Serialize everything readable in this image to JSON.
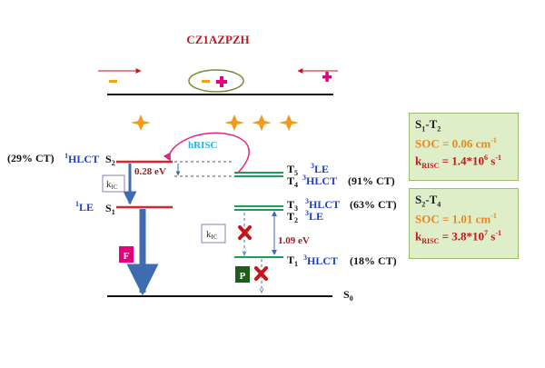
{
  "title": "CZ1AZPZH",
  "left_labels": {
    "ct_s2": "(29% CT)",
    "s2_type": "1HLCT",
    "s2": "S2",
    "s1_type": "1LE",
    "s1": "S1"
  },
  "right_labels": {
    "t5": "T5",
    "t5_type": "3LE",
    "t4": "T4",
    "t4_type": "3HLCT",
    "t4_ct": "(91% CT)",
    "t3": "T3",
    "t3_type": "3HLCT",
    "t3_ct": "(63% CT)",
    "t2": "T2",
    "t2_type": "3LE",
    "t1": "T1",
    "t1_type": "3HLCT",
    "t1_ct": "(18% CT)",
    "s0": "S0"
  },
  "annotations": {
    "gap_s2": "0.28 eV",
    "gap_t3_t1": "1.09 eV",
    "hrisc": "hRISC",
    "kic": "kIC",
    "f": "F",
    "p": "P"
  },
  "boxes": [
    {
      "pair": "S1-T2",
      "soc": "SOC = 0.06 cm-1",
      "krisc": "kRISC = 1.4*10^6 s-1"
    },
    {
      "pair": "S2-T4",
      "soc": "SOC = 1.01 cm-1",
      "krisc": "kRISC = 3.8*10^7 s-1"
    }
  ],
  "colors": {
    "title": "#c4161c",
    "level_singlet": "#d9262e",
    "level_triplet": "#1a9e55",
    "label_blue": "#1f3fc9",
    "gap_text": "#a01e1e",
    "hrisc_text": "#1fb3e8",
    "hrisc_arrow": "#e0247f",
    "f_box": "#e6007e",
    "p_box": "#1d5c1a",
    "charge_plus": "#e6007e",
    "charge_minus": "#f0a21f",
    "thick_arrow": "#3e6cb0",
    "box_bg": "#ddeec9"
  },
  "icons": [
    "star-icon",
    "cross-icon",
    "plus-icon",
    "minus-icon"
  ]
}
